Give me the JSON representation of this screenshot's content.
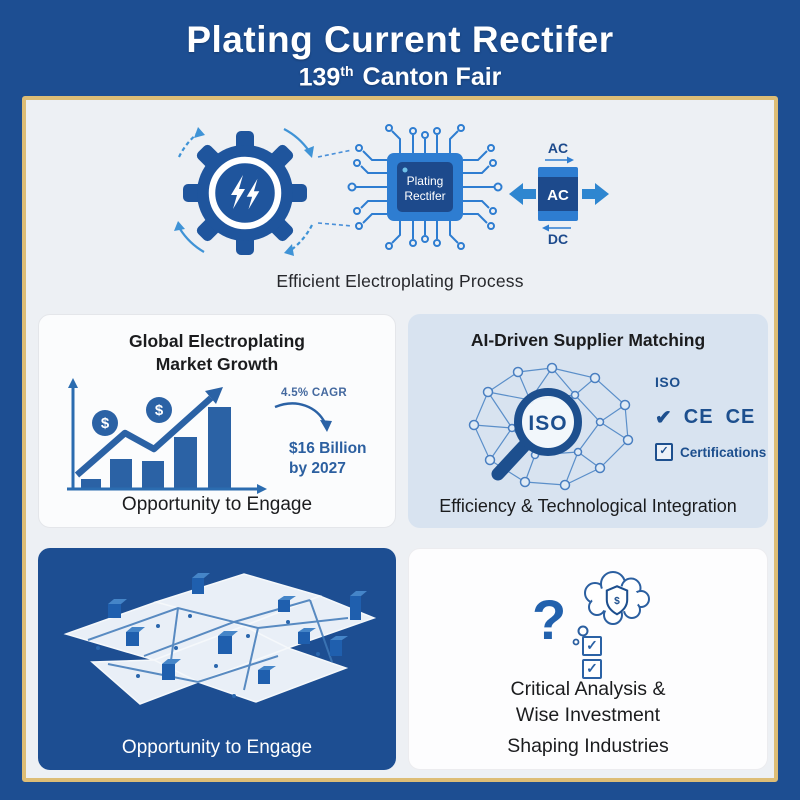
{
  "colors": {
    "background_blue": "#1d4e92",
    "frame_gold": "#ddbd76",
    "panel_bg": "#edf0f4",
    "card_light_blue": "#d8e3f0",
    "primary_blue": "#2b62a5",
    "chip_blue": "#2e7dd1",
    "navy": "#1d4a8c",
    "white": "#ffffff"
  },
  "header": {
    "title": "Plating Current Rectifer",
    "fair_number": "139",
    "fair_ordinal": "th",
    "fair_name": "Canton Fair"
  },
  "process": {
    "chip_line1": "Plating",
    "chip_line2": "Rectifer",
    "ac_top": "AC",
    "ac_box": "AC",
    "dc_bottom": "DC",
    "caption": "Efficient Electroplating Process"
  },
  "cards": {
    "market": {
      "title_line1": "Global Electroplating",
      "title_line2": "Market Growth",
      "coin_symbol": "$",
      "cagr": "4.5% CAGR",
      "value_line1": "$16 Billion",
      "value_line2": "by 2027",
      "caption": "Opportunity to Engage"
    },
    "supplier": {
      "title": "AI-Driven Supplier Matching",
      "lens_text": "ISO",
      "iso_label": "ISO",
      "check_mark": "✔",
      "ce_mark_1": "CE",
      "ce_mark_2": "CE",
      "checkbox_mark": "✓",
      "cert_label": "Certifications",
      "caption": "Efficiency & Technological Integration"
    },
    "map": {
      "caption": "Opportunity to Engage"
    },
    "analysis": {
      "question_mark": "?",
      "shield_symbol": "$",
      "check_1": "✓",
      "check_2": "✓",
      "title_line1": "Critical Analysis &",
      "title_line2": "Wise Investment",
      "subtitle": "Shaping Industries"
    }
  },
  "chart_data": {
    "type": "bar",
    "title": "Global Electroplating Market Growth",
    "categories": [
      "",
      "",
      "",
      "",
      ""
    ],
    "values_relative": [
      10,
      30,
      28,
      52,
      82
    ],
    "trend": "rising",
    "annotations": [
      "4.5% CAGR",
      "$16 Billion by 2027"
    ]
  }
}
